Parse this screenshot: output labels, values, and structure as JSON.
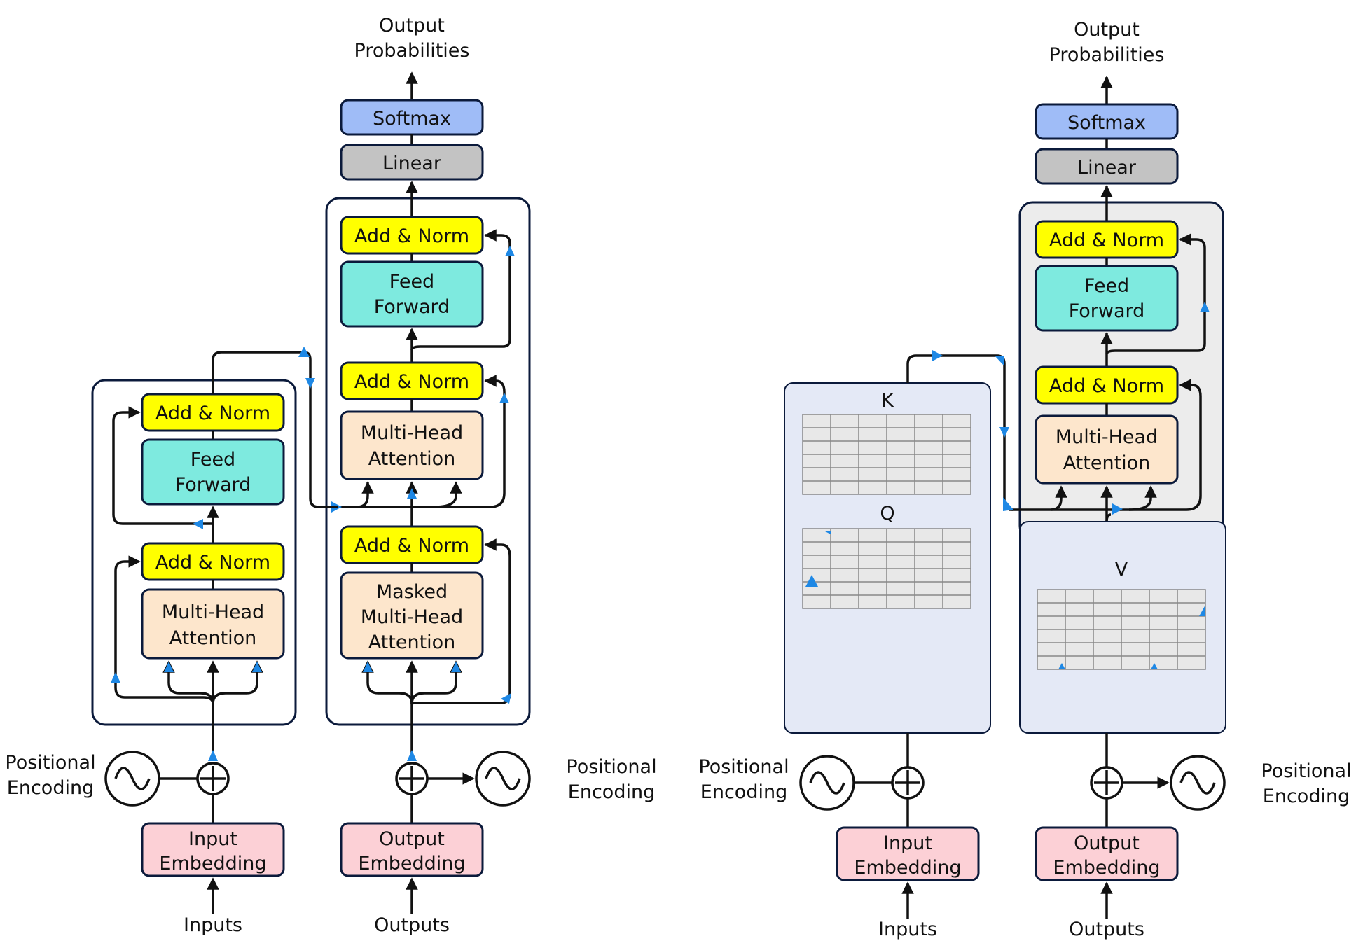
{
  "colors": {
    "add_norm": "#ffff00",
    "feed_forward": "#7eeadf",
    "attention": "#fde6cc",
    "embedding": "#fcd0d6",
    "softmax": "#9fbcf7",
    "linear": "#c3c3c3",
    "panel_blue": "#e4e9f6",
    "panel_gray": "#ececec",
    "stroke": "#0b1a3b",
    "arrow_marker": "#1e88e5"
  },
  "left": {
    "output_label_1": "Output",
    "output_label_2": "Probabilities",
    "softmax": "Softmax",
    "linear": "Linear",
    "encoder": {
      "add_norm_top": "Add & Norm",
      "ff_1": "Feed",
      "ff_2": "Forward",
      "add_norm_bottom": "Add & Norm",
      "mha_1": "Multi-Head",
      "mha_2": "Attention"
    },
    "decoder": {
      "add_norm_top": "Add & Norm",
      "ff_1": "Feed",
      "ff_2": "Forward",
      "add_norm_mid": "Add & Norm",
      "mha_1": "Multi-Head",
      "mha_2": "Attention",
      "add_norm_bottom": "Add & Norm",
      "masked_1": "Masked",
      "masked_2": "Multi-Head",
      "masked_3": "Attention"
    },
    "pos_enc_left_1": "Positional",
    "pos_enc_left_2": "Encoding",
    "pos_enc_right_1": "Positional",
    "pos_enc_right_2": "Encoding",
    "input_emb_1": "Input",
    "input_emb_2": "Embedding",
    "output_emb_1": "Output",
    "output_emb_2": "Embedding",
    "inputs": "Inputs",
    "outputs": "Outputs"
  },
  "right": {
    "output_label_1": "Output",
    "output_label_2": "Probabilities",
    "softmax": "Softmax",
    "linear": "Linear",
    "add_norm_top": "Add & Norm",
    "ff_1": "Feed",
    "ff_2": "Forward",
    "add_norm_mid": "Add & Norm",
    "mha_1": "Multi-Head",
    "mha_2": "Attention",
    "k_label": "K",
    "q_label": "Q",
    "v_label": "V",
    "pos_enc_left_1": "Positional",
    "pos_enc_left_2": "Encoding",
    "pos_enc_right_1": "Positional",
    "pos_enc_right_2": "Encoding",
    "input_emb_1": "Input",
    "input_emb_2": "Embedding",
    "output_emb_1": "Output",
    "output_emb_2": "Embedding",
    "inputs": "Inputs",
    "outputs": "Outputs"
  }
}
